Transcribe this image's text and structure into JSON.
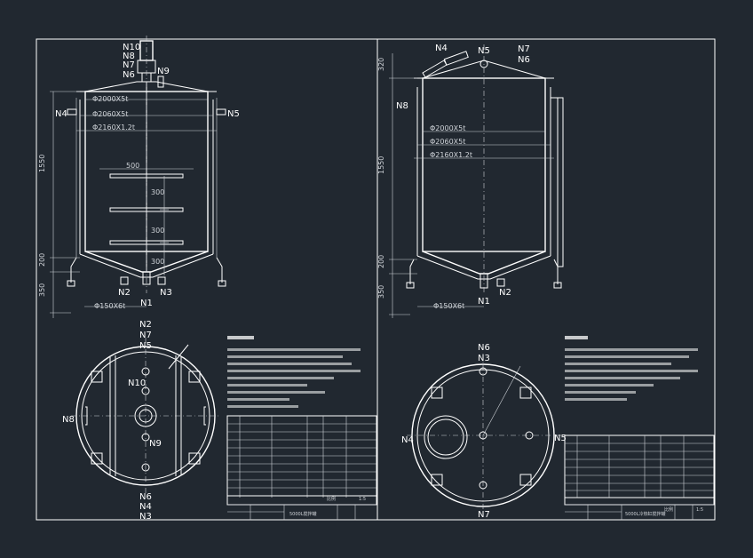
{
  "left_view": {
    "nozzles": {
      "n10": "N10",
      "n8": "N8",
      "n7": "N7",
      "n6": "N6",
      "n9": "N9",
      "n4": "N4",
      "n5": "N5",
      "n2": "N2",
      "n3": "N3",
      "n1": "N1"
    },
    "dims": {
      "d1": "Φ2000X5t",
      "d2": "Φ2060X5t",
      "d3": "Φ2160X1.2t",
      "h_total": "1550",
      "w_blade": "500",
      "p1": "300",
      "p2": "300",
      "p3": "300",
      "h_cone": "200",
      "h_leg": "350",
      "d_bottom": "Φ150X6t"
    }
  },
  "right_view": {
    "nozzles": {
      "n4": "N4",
      "n5": "N5",
      "n7": "N7",
      "n6": "N6",
      "n8": "N8",
      "n2": "N2",
      "n1": "N1"
    },
    "dims": {
      "h_top": "320",
      "d1": "Φ2000X5t",
      "d2": "Φ2060X5t",
      "d3": "Φ2160X1.2t",
      "h_total": "1550",
      "h_cone": "200",
      "h_leg": "350",
      "d_bottom": "Φ150X6t"
    }
  },
  "left_plan": {
    "nozzles": {
      "n2": "N2",
      "n7": "N7",
      "n5": "N5",
      "n10": "N10",
      "n8": "N8",
      "n9": "N9",
      "n6": "N6",
      "n4": "N4",
      "n3": "N3"
    },
    "tb_scale_label": "比例",
    "tb_scale": "1:5",
    "tb_title": "5000L搅拌罐"
  },
  "right_plan": {
    "nozzles": {
      "n6": "N6",
      "n3": "N3",
      "n4": "N4",
      "n5": "N5",
      "n7": "N7"
    },
    "tb_scale_label": "比例",
    "tb_scale": "1:5",
    "tb_title": "5000L冷热缸搅拌罐"
  }
}
